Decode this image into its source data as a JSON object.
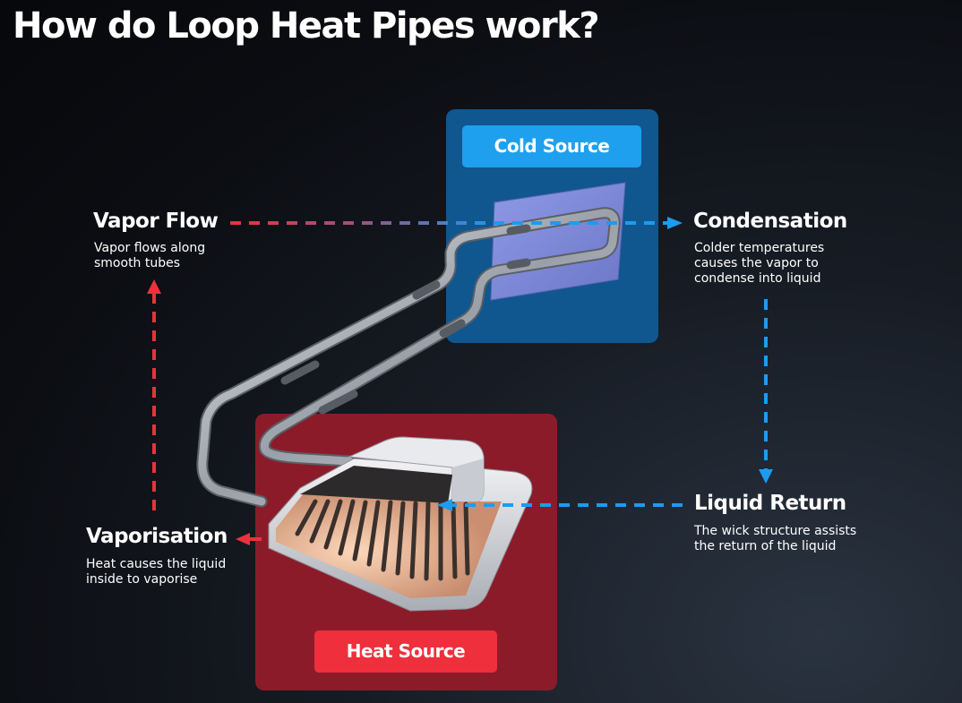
{
  "title": "How do Loop Heat Pipes work?",
  "cold_source": {
    "label": "Cold Source"
  },
  "heat_source": {
    "label": "Heat Source"
  },
  "stages": {
    "vapor_flow": {
      "title": "Vapor Flow",
      "desc_lines": [
        "Vapor flows along",
        "smooth tubes"
      ]
    },
    "condensation": {
      "title": "Condensation",
      "desc_lines": [
        "Colder temperatures",
        "causes the vapor to",
        "condense into liquid"
      ]
    },
    "liquid_return": {
      "title": "Liquid Return",
      "desc_lines": [
        "The wick structure assists",
        "the return of the liquid"
      ]
    },
    "vaporisation": {
      "title": "Vaporisation",
      "desc_lines": [
        "Heat causes the liquid",
        "inside to vaporise"
      ]
    }
  },
  "colors": {
    "hot_arrow": "#e8333c",
    "cold_arrow": "#1d9bf0",
    "cold_panel": "#10578f",
    "heat_panel": "#8c1b2a",
    "cold_badge": "#1ea0ee",
    "heat_badge": "#ef2f3b"
  }
}
